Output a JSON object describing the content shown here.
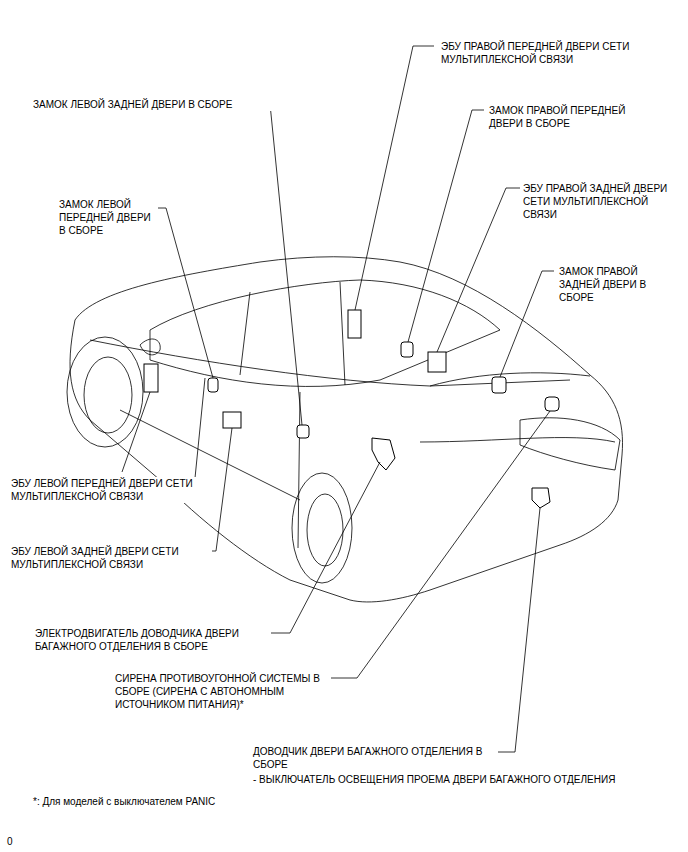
{
  "diagram": {
    "labels": [
      "ЭБУ ПРАВОЙ ПЕРЕДНЕЙ ДВЕРИ СЕТИ МУЛЬТИПЛЕКСНОЙ СВЯЗИ",
      "ЗАМОК ЛЕВОЙ ЗАДНЕЙ ДВЕРИ В СБОРЕ",
      "ЗАМОК ПРАВОЙ ПЕРЕДНЕЙ ДВЕРИ В СБОРЕ",
      "ЭБУ ПРАВОЙ ЗАДНЕЙ ДВЕРИ СЕТИ МУЛЬТИПЛЕКСНОЙ СВЯЗИ",
      "ЗАМОК ЛЕВОЙ ПЕРЕДНЕЙ ДВЕРИ В СБОРЕ",
      "ЗАМОК ПРАВОЙ ЗАДНЕЙ ДВЕРИ В СБОРЕ",
      "ЭБУ ЛЕВОЙ ПЕРЕДНЕЙ ДВЕРИ СЕТИ МУЛЬТИПЛЕКСНОЙ СВЯЗИ",
      "ЭБУ ЛЕВОЙ ЗАДНЕЙ ДВЕРИ СЕТИ МУЛЬТИПЛЕКСНОЙ СВЯЗИ",
      "ЭЛЕКТРОДВИГАТЕЛЬ ДОВОДЧИКА ДВЕРИ БАГАЖНОГО ОТДЕЛЕНИЯ В СБОРЕ",
      "СИРЕНА ПРОТИВОУГОННОЙ СИСТЕМЫ В СБОРЕ (СИРЕНА С АВТОНОМНЫМ ИСТОЧНИКОМ ПИТАНИЯ)*",
      "ДОВОДЧИК ДВЕРИ БАГАЖНОГО ОТДЕЛЕНИЯ В СБОРЕ",
      "- ВЫКЛЮЧАТЕЛЬ ОСВЕЩЕНИЯ ПРОЕМА ДВЕРИ БАГАЖНОГО ОТДЕЛЕНИЯ",
      "*: Для моделей с выключателем PANIC",
      "0"
    ]
  }
}
